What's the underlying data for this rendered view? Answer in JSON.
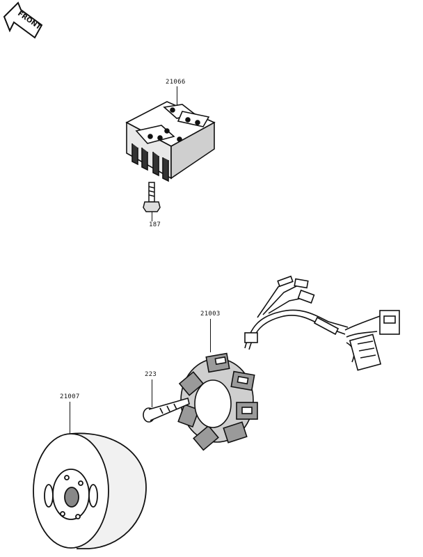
{
  "direction_marker": {
    "text": "FRONT",
    "icon": "front-arrow-icon"
  },
  "parts": {
    "regulator": {
      "number": "21066"
    },
    "regulator_bolt": {
      "number": "187"
    },
    "stator": {
      "number": "21003"
    },
    "stator_screw": {
      "number": "223"
    },
    "rotor": {
      "number": "21007"
    }
  }
}
